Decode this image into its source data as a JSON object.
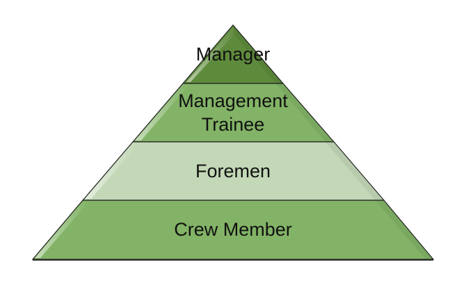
{
  "tiers": [
    {
      "label": "Manager",
      "color": "#5e8a3c"
    },
    {
      "label": "Management Trainee",
      "label_line1": "Management",
      "label_line2": "Trainee",
      "color": "#82b366"
    },
    {
      "label": "Foremen",
      "color": "#c3d8b7"
    },
    {
      "label": "Crew Member",
      "color": "#82b366"
    }
  ],
  "outline_color": "#222222"
}
